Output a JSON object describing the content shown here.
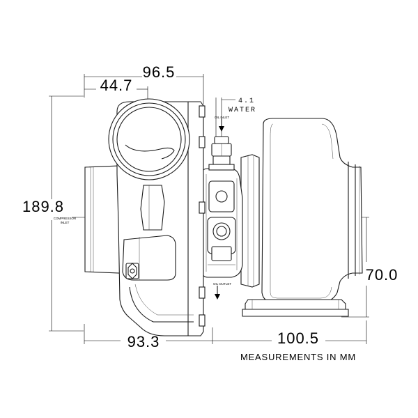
{
  "dimensions": {
    "top_overall": "96.5",
    "top_inner": "44.7",
    "water": "4.1",
    "water_label": "WATER",
    "height": "189.8",
    "bottom_left": "93.3",
    "bottom_right": "100.5",
    "turbine_height": "70.0"
  },
  "labels": {
    "oil_inlet": "OIL INLET",
    "oil_outlet": "OIL OUTLET",
    "compressor": "COMPRESSOR",
    "inlet": "INLET"
  },
  "caption": "MEASUREMENTS IN MM"
}
